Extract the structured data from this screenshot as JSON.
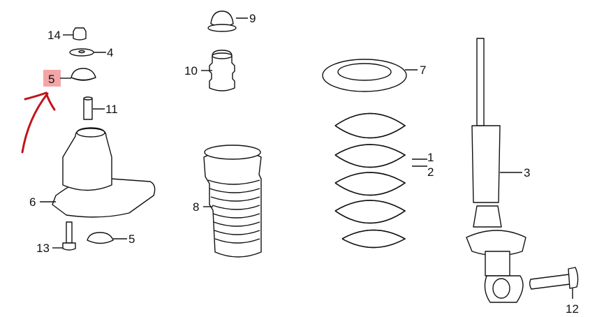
{
  "diagram": {
    "callouts": {
      "c14": "14",
      "c4": "4",
      "c5_top": "5",
      "c11": "11",
      "c6": "6",
      "c13": "13",
      "c5_bottom": "5",
      "c9": "9",
      "c10": "10",
      "c8": "8",
      "c7": "7",
      "c1": "1",
      "c2": "2",
      "c3": "3",
      "c12": "12"
    },
    "highlight_color": "#f4a6a6",
    "annotation_color": "#c0141c"
  }
}
